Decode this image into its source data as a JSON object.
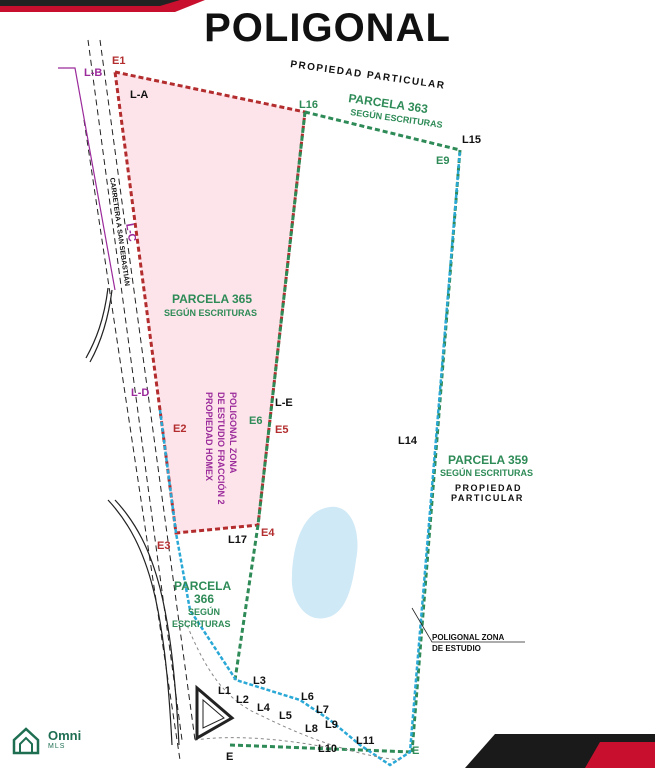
{
  "title": "POLIGONAL",
  "colors": {
    "dark_red": "#b32d2e",
    "green": "#2e8b57",
    "blue": "#2aa8d6",
    "pink_fill": "#fde4ea",
    "purple": "#9b2a9b",
    "water": "#cfe9f6",
    "corner_accent": "#c8102e"
  },
  "labels": {
    "propiedad_particular_top": "PROPIEDAD PARTICULAR",
    "parcela_363": "PARCELA 363",
    "parcela_363_sub": "SEGÚN ESCRITURAS",
    "parcela_365": "PARCELA 365",
    "parcela_365_sub": "SEGÚN ESCRITURAS",
    "parcela_359": "PARCELA 359",
    "parcela_359_sub": "SEGÚN ESCRITURAS",
    "propiedad_particular_right_1": "PROPIEDAD",
    "propiedad_particular_right_2": "PARTICULAR",
    "parcela_366_1": "PARCELA",
    "parcela_366_2": "366",
    "parcela_366_3": "SEGÚN",
    "parcela_366_4": "ESCRITURAS",
    "carretera": "CARRETERA A SAN SEBASTIÁN",
    "poligonal_zona_1": "POLIGONAL ZONA",
    "poligonal_zona_2": "DE ESTUDIO FRACCIÓN 2",
    "poligonal_zona_3": "PROPIEDAD HOMEX",
    "poligonal_estudio_1": "POLIGONAL ZONA",
    "poligonal_estudio_2": "DE ESTUDIO"
  },
  "points": {
    "E1": "E1",
    "E2": "E2",
    "E3": "E3",
    "E4": "E4",
    "E5": "E5",
    "E6": "E6",
    "E9": "E9",
    "E_bottom_left": "E",
    "E_bottom_right": "E"
  },
  "lines": {
    "LA": "L-A",
    "LB": "L-B",
    "LC": "L-C",
    "LD": "L-D",
    "LE": "L-E",
    "L1": "L1",
    "L2": "L2",
    "L3": "L3",
    "L4": "L4",
    "L5": "L5",
    "L6": "L6",
    "L7": "L7",
    "L8": "L8",
    "L9": "L9",
    "L10": "L10",
    "L11": "L11",
    "L14": "L14",
    "L15": "L15",
    "L16": "L16",
    "L17": "L17"
  },
  "logo": {
    "name": "Omni",
    "sub": "MLS",
    "icon": "house-icon"
  }
}
